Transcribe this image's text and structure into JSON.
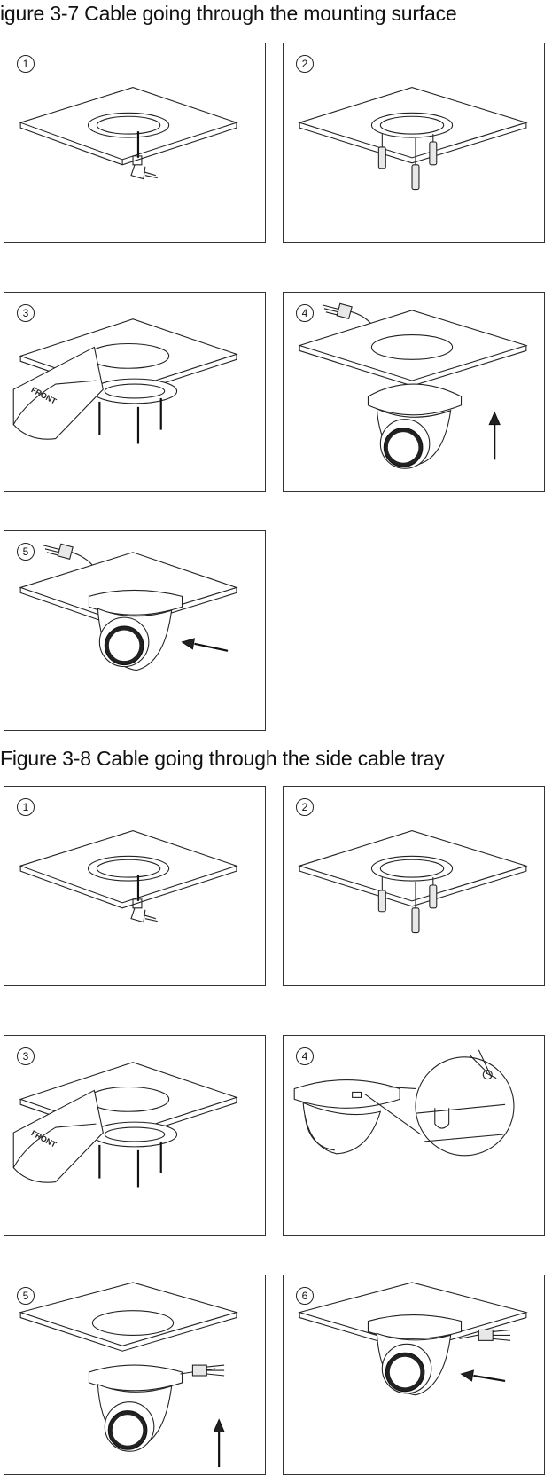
{
  "figure_1": {
    "caption": "igure 3-7 Cable going through the mounting surface",
    "steps": [
      "1",
      "2",
      "3",
      "4",
      "5"
    ],
    "front_label": "FRONT"
  },
  "figure_2": {
    "caption": "Figure 3-8 Cable going through the side cable tray",
    "steps": [
      "1",
      "2",
      "3",
      "4",
      "5",
      "6"
    ],
    "front_label": "FRONT"
  }
}
